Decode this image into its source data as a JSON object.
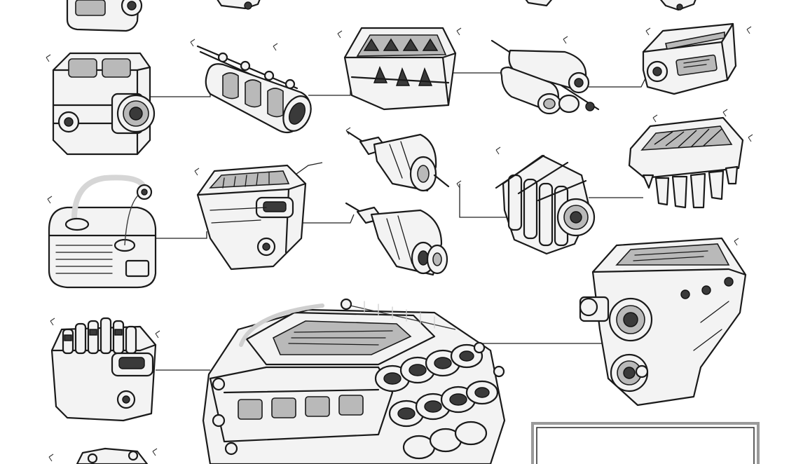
{
  "parts": [
    {
      "id": "top-left-housing-fragment",
      "icon": "housing-icon"
    },
    {
      "id": "top-sensor-fragment",
      "icon": "sensor-icon"
    },
    {
      "id": "throttle-body-housing",
      "icon": "housing-icon"
    },
    {
      "id": "fuel-rail-intake",
      "icon": "fuel-rail-icon"
    },
    {
      "id": "valve-cover-tray",
      "icon": "valve-cover-icon"
    },
    {
      "id": "twin-cylinder-injector",
      "icon": "injector-icon"
    },
    {
      "id": "sensor-module-box",
      "icon": "module-icon"
    },
    {
      "id": "fuel-injector-top",
      "icon": "injector-icon"
    },
    {
      "id": "fuel-injector-bottom",
      "icon": "injector-icon"
    },
    {
      "id": "air-filter-box",
      "icon": "filter-icon"
    },
    {
      "id": "intake-manifold-plenum",
      "icon": "manifold-icon"
    },
    {
      "id": "coil-pack-bank",
      "icon": "coil-pack-icon"
    },
    {
      "id": "intake-manifold-fins",
      "icon": "manifold-icon"
    },
    {
      "id": "gear-housing-block",
      "icon": "gear-housing-icon"
    },
    {
      "id": "injector-cluster-housing",
      "icon": "injector-icon"
    },
    {
      "id": "v8-engine-assembly",
      "icon": "engine-icon"
    },
    {
      "id": "bottom-left-fragment",
      "icon": "bracket-icon"
    }
  ],
  "label_box": {
    "text": ""
  }
}
